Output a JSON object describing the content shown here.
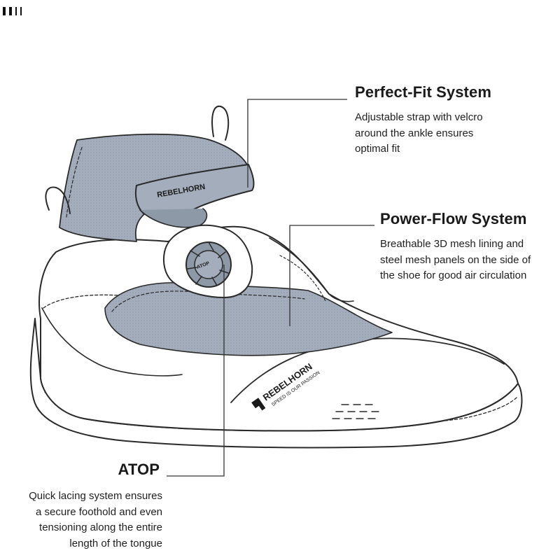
{
  "features": {
    "perfect_fit": {
      "title": "Perfect-Fit System",
      "lines": [
        "Adjustable strap with velcro",
        "around the ankle ensures",
        "optimal fit"
      ]
    },
    "power_flow": {
      "title": "Power-Flow System",
      "lines": [
        "Breathable 3D mesh lining and",
        "steel mesh panels on the side of",
        "the shoe for good air circulation"
      ]
    },
    "atop": {
      "title": "ATOP",
      "lines": [
        "Quick lacing system ensures",
        "a secure foothold and even",
        "tensioning along the entire",
        "length of the tongue"
      ]
    }
  },
  "shoe": {
    "strap_logo": "REBELHORN",
    "side_logo": "REBELHORN",
    "slogan": "SPEED IS OUR PASSION",
    "dial_text": "ATOP"
  },
  "colors": {
    "mesh": "#a3adbb",
    "outline": "#2a2a2a",
    "callout_line": "#333333"
  }
}
